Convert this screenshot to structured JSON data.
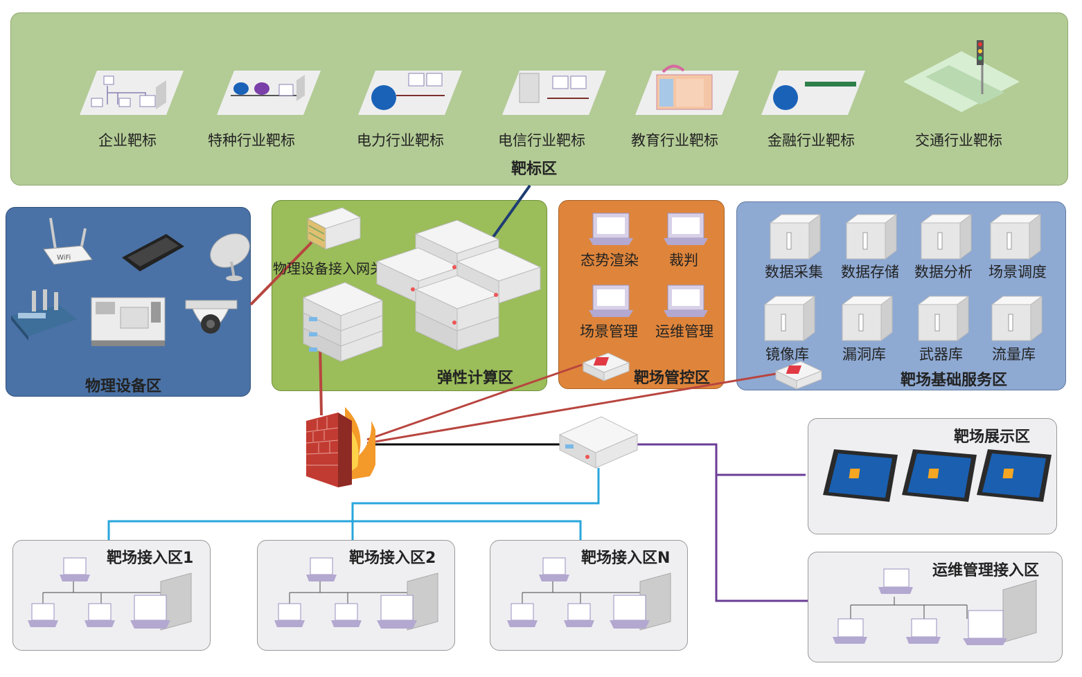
{
  "target_zone": {
    "title": "靶标区",
    "items": [
      "企业靶标",
      "特种行业靶标",
      "电力行业靶标",
      "电信行业靶标",
      "教育行业靶标",
      "金融行业靶标",
      "交通行业靶标"
    ]
  },
  "physical_zone": {
    "title": "物理设备区"
  },
  "compute_zone": {
    "title": "弹性计算区",
    "gateway_label": "物理设备接入网关"
  },
  "control_zone": {
    "title": "靶场管控区",
    "items": [
      "态势渲染",
      "裁判",
      "场景管理",
      "运维管理"
    ]
  },
  "base_zone": {
    "title": "靶场基础服务区",
    "items": [
      "数据采集",
      "数据存储",
      "数据分析",
      "场景调度",
      "镜像库",
      "漏洞库",
      "武器库",
      "流量库"
    ]
  },
  "display_zone": {
    "title": "靶场展示区"
  },
  "ops_zone": {
    "title": "运维管理接入区"
  },
  "access_zones": {
    "titles": [
      "靶场接入区1",
      "靶场接入区2",
      "靶场接入区N"
    ]
  }
}
